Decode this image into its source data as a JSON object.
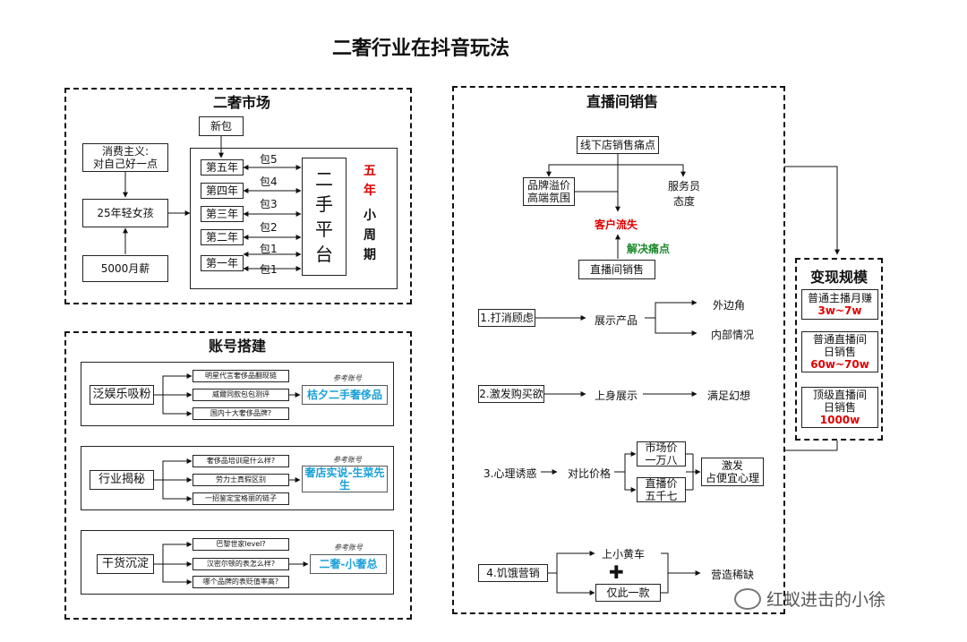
{
  "title": "二奢行业在抖音玩法",
  "market": {
    "title": "二奢市场",
    "new_bag": "新包",
    "consumer": "消费主义:\n对自己好一点",
    "girl": "25年轻女孩",
    "salary": "5000月薪",
    "years": [
      "第五年",
      "第四年",
      "第三年",
      "第二年",
      "第一年"
    ],
    "bags": [
      "包5",
      "包4",
      "包3",
      "包2",
      "包1",
      "包1"
    ],
    "platform": "二\n手\n平\n台",
    "five_year_red": "五\n年",
    "five_year_black": "小\n周\n期"
  },
  "account": {
    "title": "账号搭建",
    "ref_note": "参考账号",
    "groups": [
      {
        "name": "泛娱乐吸粉",
        "items": [
          "明星代言奢侈品翻现链",
          "威爾同款包包测评",
          "国内十大奢侈品牌?"
        ],
        "ref": "桔夕二手奢侈品"
      },
      {
        "name": "行业揭秘",
        "items": [
          "奢侈品培训是什么样?",
          "劳力士真假区别",
          "一招鉴定宝格丽的链子"
        ],
        "ref": "奢店实说-生菜先生"
      },
      {
        "name": "干货沉淀",
        "items": [
          "巴黎世家level?",
          "汉密尔顿的表怎么样?",
          "哪个品牌的表贬值率高?"
        ],
        "ref": "二奢-小奢总"
      }
    ]
  },
  "live": {
    "title": "直播间销售",
    "pain": "线下店销售痛点",
    "brand": "品牌溢价\n高端氛围",
    "staff": "服务员\n态度",
    "loss": "客户流失",
    "solve": "解决痛点",
    "sale": "直播间销售",
    "steps": [
      {
        "label": "1.打消顾虑",
        "mid": "展示产品",
        "outs": [
          "外边角",
          "内部情况"
        ]
      },
      {
        "label": "2.激发购买欲",
        "mid": "上身展示",
        "outs": [
          "满足幻想"
        ]
      },
      {
        "label": "3.心理诱惑",
        "mid": "对比价格",
        "prices": [
          "市场价\n一万八",
          "直播价\n五千七"
        ],
        "result": "激发\n占便宜心理"
      },
      {
        "label": "4.饥饿营销",
        "top": "上小黄车",
        "plus": "✚",
        "bottom": "仅此一款",
        "out": "营造稀缺"
      }
    ]
  },
  "scale": {
    "title": "变现规模",
    "tiers": [
      {
        "label": "普通主播月赚",
        "value": "3w~7w"
      },
      {
        "label": "普通直播间\n日销售",
        "value": "60w~70w"
      },
      {
        "label": "顶级直播间\n日销售",
        "value": "1000w"
      }
    ]
  },
  "watermark": "红蚁进击的小徐",
  "colors": {
    "red": "#e00000",
    "green": "#1a8a2a",
    "ref_blue": "#1aa0d8"
  }
}
